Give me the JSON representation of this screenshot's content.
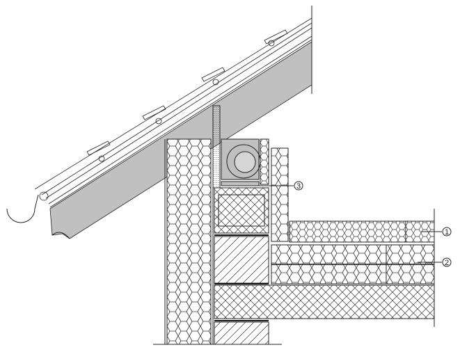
{
  "drawing": {
    "type": "architectural section detail - roof eave / wall / floor junction",
    "callouts": [
      {
        "id": "callout-1",
        "text": "1"
      },
      {
        "id": "callout-2",
        "text": "2"
      },
      {
        "id": "callout-3",
        "text": "3"
      }
    ],
    "colors": {
      "line": "#222222",
      "insulation_fill": "#c0c0c0",
      "background": "#ffffff"
    }
  }
}
